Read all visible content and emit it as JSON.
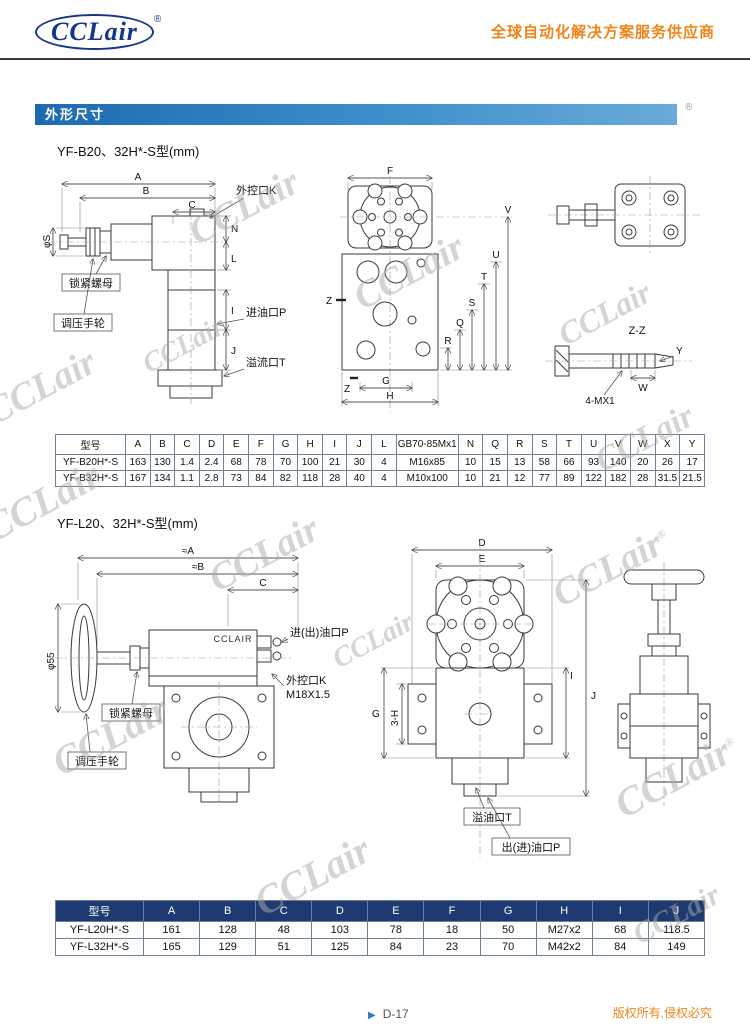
{
  "header": {
    "logo": "CCLair",
    "reg": "®",
    "tagline": "全球自动化解决方案服务供应商"
  },
  "section_bar": {
    "title": "外形尺寸",
    "reg": "®"
  },
  "sections": {
    "s1_title": "YF-B20、32H*-S型(mm)",
    "s2_title": "YF-L20、32H*-S型(mm)"
  },
  "d1": {
    "dimA": "A",
    "dimB": "B",
    "dimC": "C",
    "phiS": "φS",
    "dimN": "N",
    "dimL": "L",
    "dimI": "I",
    "dimJ": "J",
    "calloutK": "外控口K",
    "lockNut": "锁紧螺母",
    "handwheel": "调压手轮",
    "portP": "进油口P",
    "portT": "溢流口T",
    "dimF": "F",
    "markZ": "Z",
    "dimG": "G",
    "dimH": "H",
    "dimQ": "Q",
    "dimR": "R",
    "dimS": "S",
    "dimT": "T",
    "dimU": "U",
    "dimV": "V",
    "sectionZZ": "Z-Z",
    "dimW": "W",
    "dimY": "Y",
    "bolt": "4-MX1"
  },
  "table1": {
    "headers": [
      "型号",
      "A",
      "B",
      "C",
      "D",
      "E",
      "F",
      "G",
      "H",
      "I",
      "J",
      "L",
      "GB70-85Mx1",
      "N",
      "Q",
      "R",
      "S",
      "T",
      "U",
      "V",
      "W",
      "X",
      "Y"
    ],
    "rows": [
      [
        "YF-B20H*-S",
        "163",
        "130",
        "1.4",
        "2.4",
        "68",
        "78",
        "70",
        "100",
        "21",
        "30",
        "4",
        "M16x85",
        "10",
        "15",
        "13",
        "58",
        "66",
        "93",
        "140",
        "20",
        "26",
        "17"
      ],
      [
        "YF-B32H*-S",
        "167",
        "134",
        "1.1",
        "2.8",
        "73",
        "84",
        "82",
        "118",
        "28",
        "40",
        "4",
        "M10x100",
        "10",
        "21",
        "12",
        "77",
        "89",
        "122",
        "182",
        "28",
        "31.5",
        "21.5"
      ]
    ]
  },
  "d2": {
    "dimA": "≈A",
    "dimB": "≈B",
    "dimC": "C",
    "phi55": "φ55",
    "brand": "CCLAIR",
    "portP": "进(出)油口P",
    "calloutK": "外控口K",
    "thread": "M18X1.5",
    "lockNut": "锁紧螺母",
    "handwheel": "调压手轮",
    "dimD": "D",
    "dimE": "E",
    "dimG": "G",
    "dim3H": "3-H",
    "dimI": "I",
    "dimJ": "J",
    "portT": "溢油口T",
    "portP2": "出(进)油口P"
  },
  "table2": {
    "headers": [
      "型号",
      "A",
      "B",
      "C",
      "D",
      "E",
      "F",
      "G",
      "H",
      "I",
      "J"
    ],
    "rows": [
      [
        "YF-L20H*-S",
        "161",
        "128",
        "48",
        "103",
        "78",
        "18",
        "50",
        "M27x2",
        "68",
        "118.5"
      ],
      [
        "YF-L32H*-S",
        "165",
        "129",
        "51",
        "125",
        "84",
        "23",
        "70",
        "M42x2",
        "84",
        "149"
      ]
    ]
  },
  "footer": {
    "marker": "▶",
    "page": "D-17",
    "copyright": "版权所有,侵权必究"
  },
  "watermark": {
    "text": "CCLair",
    "reg": "®"
  }
}
